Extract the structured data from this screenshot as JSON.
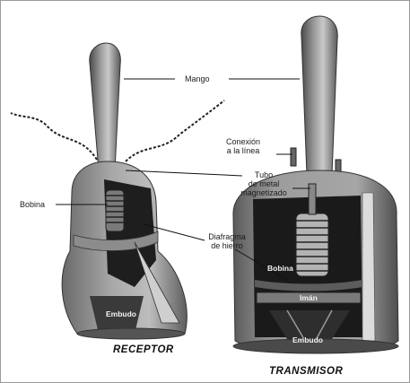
{
  "labels": {
    "mango": "Mango",
    "conexion_line1": "Conexión",
    "conexion_line2": "a la línea",
    "tubo_line1": "Tubo",
    "tubo_line2": "de metal",
    "tubo_line3": "magnetizado",
    "bobina_left": "Bobina",
    "diafragma_line1": "Diafragma",
    "diafragma_line2": "de hierro",
    "bobina_right": "Bobina",
    "iman": "Imán",
    "embudo_left": "Embudo",
    "embudo_right": "Embudo"
  },
  "captions": {
    "receptor": "RECEPTOR",
    "transmisor": "TRANSMISOR"
  }
}
